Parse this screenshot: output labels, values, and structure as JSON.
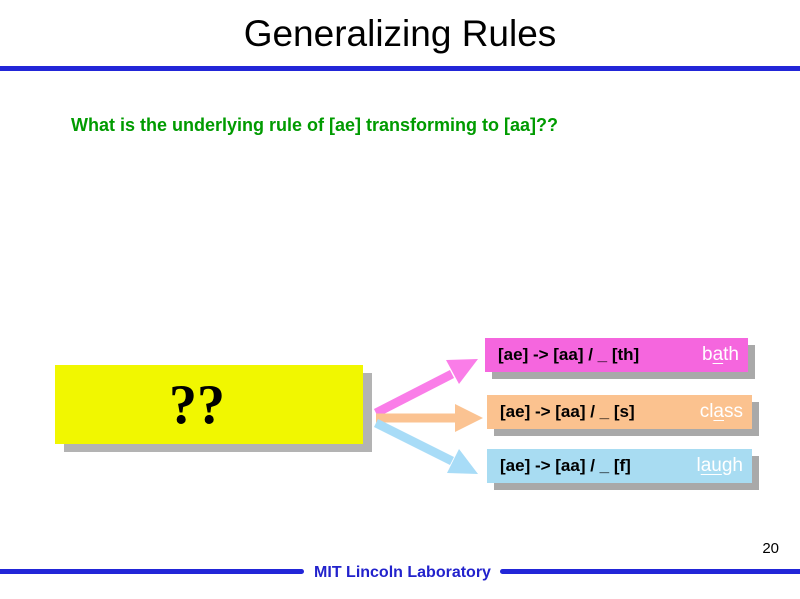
{
  "slide": {
    "title": "Generalizing Rules",
    "question": "What is the underlying rule of [ae] transforming to [aa]??"
  },
  "mystery": {
    "label": "??"
  },
  "rules": [
    {
      "rule": "[ae] -> [aa] / _ [th]",
      "word_pre": "b",
      "word_underline": "a",
      "word_post": "th",
      "box_color": "#f566de",
      "arrow_color": "#fa7de8"
    },
    {
      "rule": "[ae] -> [aa] / _ [s]",
      "word_pre": "cl",
      "word_underline": "a",
      "word_post": "ss",
      "box_color": "#fbc28f",
      "arrow_color": "#fbc392"
    },
    {
      "rule": "[ae] -> [aa] / _ [f]",
      "word_pre": "l",
      "word_underline": "au",
      "word_post": "gh",
      "box_color": "#a8dcf2",
      "arrow_color": "#a8dcf7"
    }
  ],
  "footer": {
    "label": "MIT Lincoln Laboratory",
    "page_number": "20"
  },
  "colors": {
    "line_blue": "#2226d8",
    "footer_text_blue": "#2222cc",
    "question_green": "#009b00",
    "mystery_yellow": "#f1f700"
  }
}
